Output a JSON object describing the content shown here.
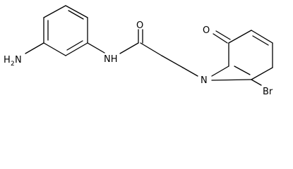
{
  "molecule": {
    "atoms": {
      "amine_N": "H",
      "amine_sub": "2",
      "amine_N2": "N",
      "amide_NH": "NH",
      "carbonyl_O": "O",
      "ring_carbonyl_O": "O",
      "ring_N": "N",
      "bromine": "Br"
    }
  }
}
